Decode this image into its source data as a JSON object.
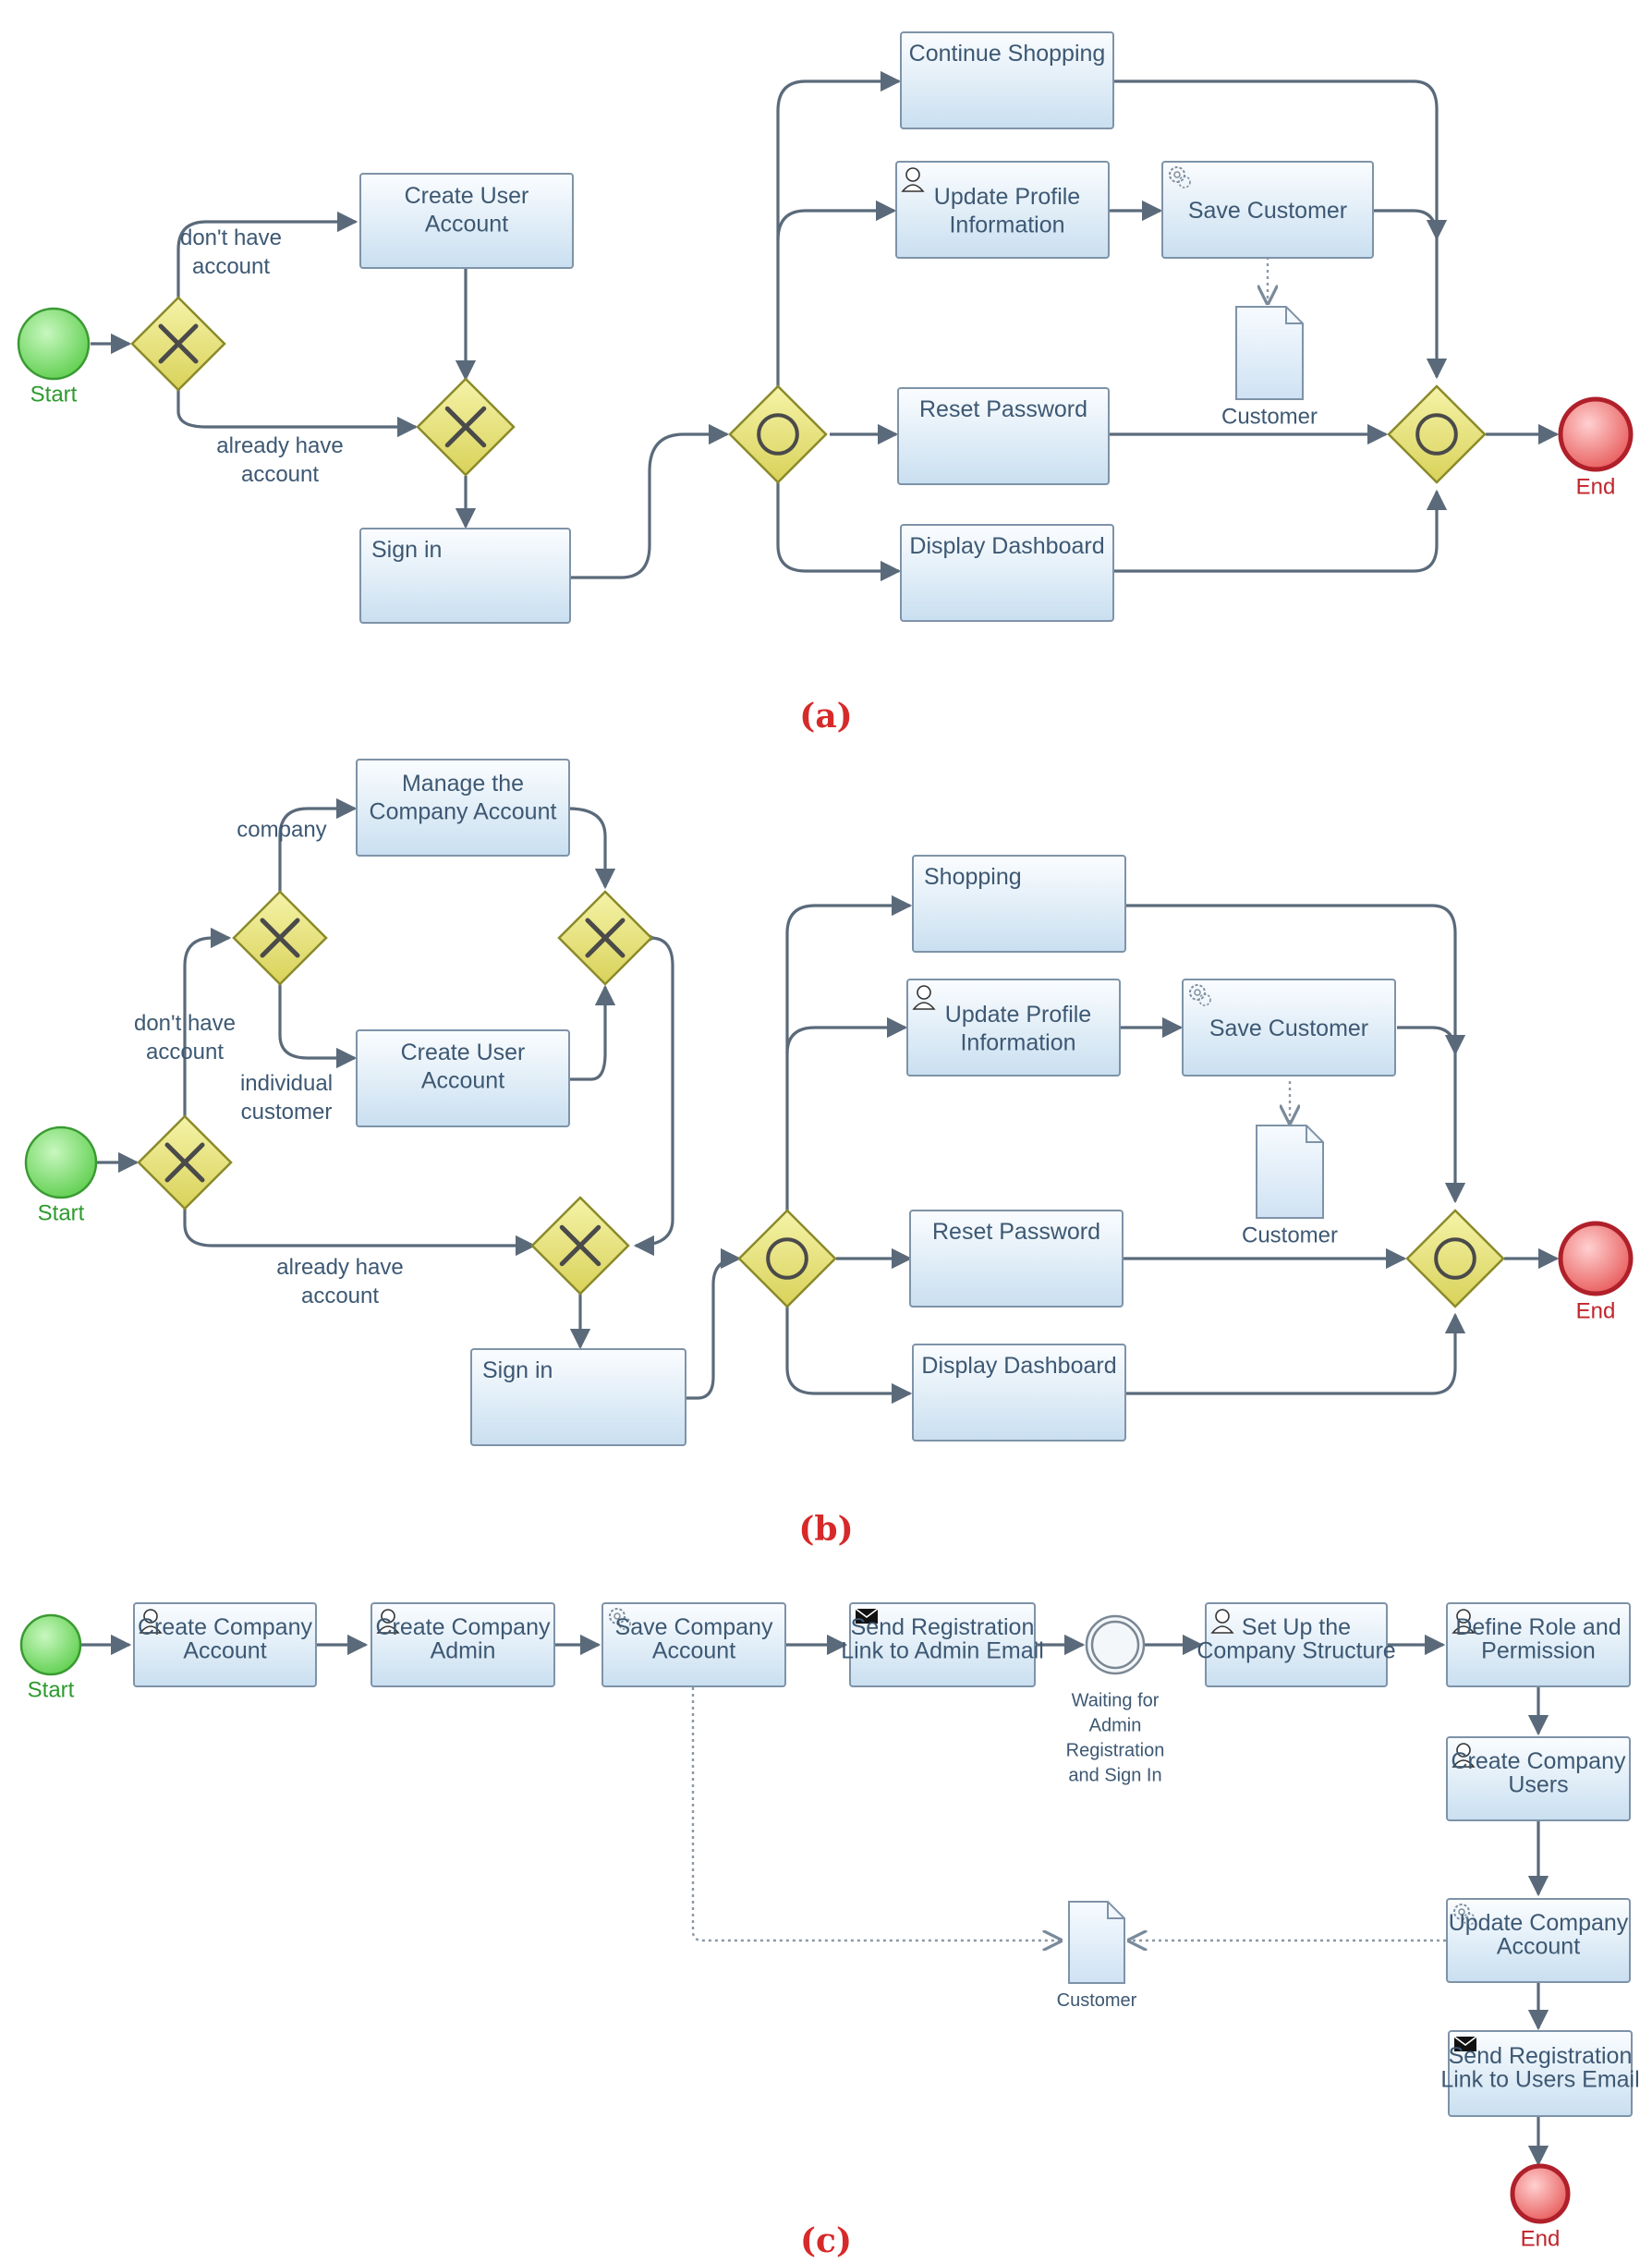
{
  "captions": {
    "a": "(a)",
    "b": "(b)",
    "c": "(c)"
  },
  "a": {
    "start": "Start",
    "end": "End",
    "create_user_account": [
      "Create User",
      "Account"
    ],
    "sign_in": "Sign in",
    "continue_shopping": "Continue Shopping",
    "update_profile": [
      "Update Profile",
      "Information"
    ],
    "save_customer": "Save Customer",
    "reset_password": "Reset Password",
    "display_dashboard": "Display Dashboard",
    "customer_doc": "Customer",
    "dont_have": [
      "don't have",
      "account"
    ],
    "already_have": [
      "already have",
      "account"
    ]
  },
  "b": {
    "start": "Start",
    "end": "End",
    "manage_company": [
      "Manage the",
      "Company Account"
    ],
    "create_user_account": [
      "Create User",
      "Account"
    ],
    "sign_in": "Sign in",
    "shopping": "Shopping",
    "update_profile": [
      "Update Profile",
      "Information"
    ],
    "save_customer": "Save Customer",
    "reset_password": "Reset Password",
    "display_dashboard": "Display Dashboard",
    "customer_doc": "Customer",
    "company": "company",
    "individual": [
      "individual",
      "customer"
    ],
    "dont_have": [
      "don't have",
      "account"
    ],
    "already_have": [
      "already have",
      "account"
    ]
  },
  "c": {
    "start": "Start",
    "end": "End",
    "create_company_account": [
      "Create Company",
      "Account"
    ],
    "create_company_admin": [
      "Create Company",
      "Admin"
    ],
    "save_company_account": [
      "Save Company",
      "Account"
    ],
    "send_link_admin": [
      "Send Registration",
      "Link to Admin Email"
    ],
    "waiting": [
      "Waiting for",
      "Admin",
      "Registration",
      "and Sign In"
    ],
    "set_up_structure": [
      "Set Up the",
      "Company Structure"
    ],
    "define_role": [
      "Define Role and",
      "Permission"
    ],
    "create_company_users": [
      "Create Company",
      "Users"
    ],
    "update_company_account": [
      "Update Company",
      "Account"
    ],
    "send_link_users": [
      "Send Registration",
      "Link to Users Email"
    ],
    "customer_doc": "Customer"
  }
}
